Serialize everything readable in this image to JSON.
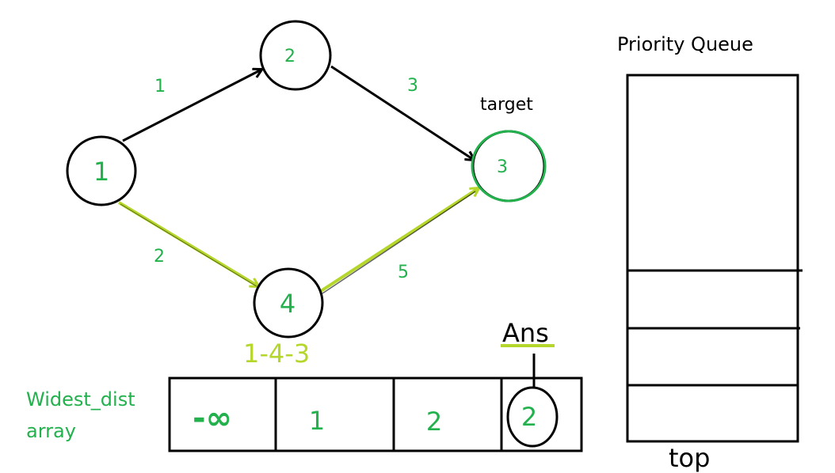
{
  "graph": {
    "nodes": [
      {
        "id": "1",
        "label": "1"
      },
      {
        "id": "2",
        "label": "2"
      },
      {
        "id": "3",
        "label": "3"
      },
      {
        "id": "4",
        "label": "4"
      }
    ],
    "edges": [
      {
        "from": "1",
        "to": "2",
        "weight": "1",
        "highlighted": false
      },
      {
        "from": "2",
        "to": "3",
        "weight": "3",
        "highlighted": false
      },
      {
        "from": "1",
        "to": "4",
        "weight": "2",
        "highlighted": true
      },
      {
        "from": "4",
        "to": "3",
        "weight": "5",
        "highlighted": true
      }
    ],
    "target_label": "target",
    "path_label": "1-4-3"
  },
  "widest_dist": {
    "label_line1": "Widest_dist",
    "label_line2": "array",
    "cells": [
      "-∞",
      "1",
      "2",
      "2"
    ],
    "answer_label": "Ans"
  },
  "priority_queue": {
    "title": "Priority Queue",
    "top_label": "top"
  },
  "colors": {
    "green": "#22b14c",
    "lime": "#b5d62a",
    "black": "#000000"
  }
}
